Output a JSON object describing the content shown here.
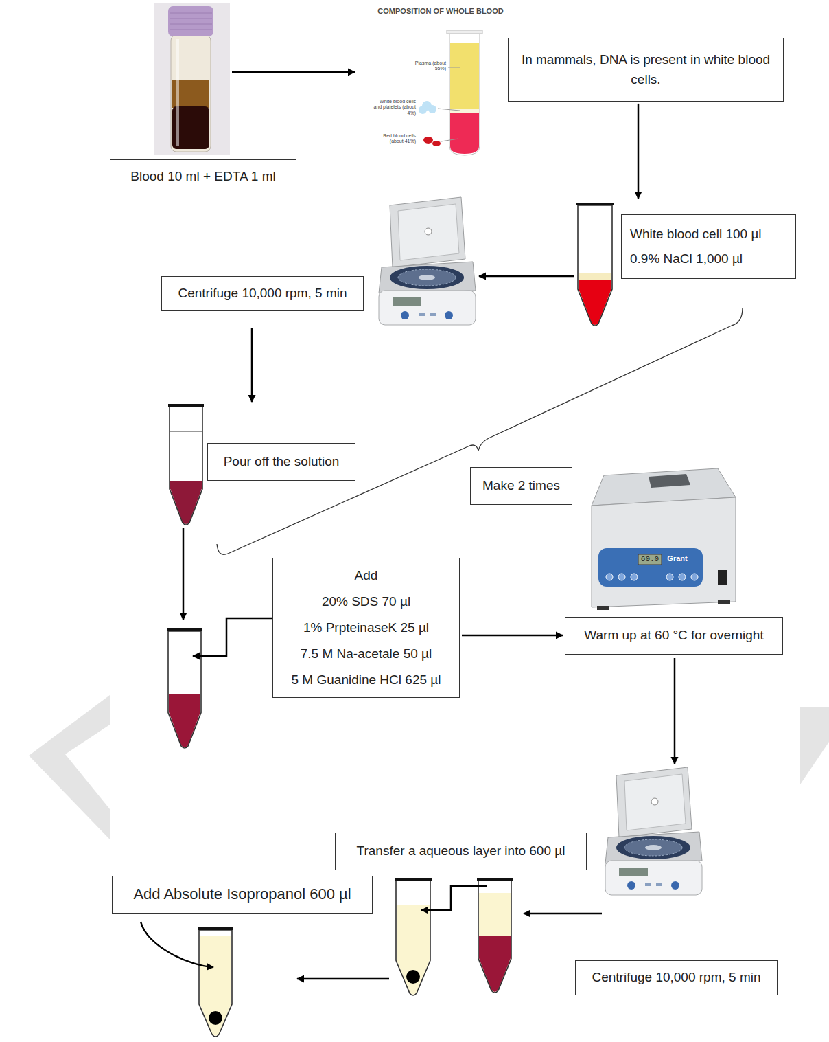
{
  "diagram": {
    "nodes": [
      {
        "text": [
          "Blood 10 ml + EDTA 1 ml"
        ]
      },
      {
        "text": [
          "COMPOSITION OF WHOLE BLOOD",
          "Plasma (about 55%)",
          "White blood cells and platelets (about 4%)",
          "Red blood cells (about 41%)"
        ]
      },
      {
        "text": [
          "In mammals, DNA is present in white blood cells."
        ]
      },
      {
        "text": [
          "White blood cell 100 µl",
          "0.9% NaCl 1,000 µl"
        ]
      },
      {
        "text": [
          "Centrifuge 10,000 rpm, 5 min"
        ]
      },
      {
        "text": [
          "Pour off the solution"
        ]
      },
      {
        "text": [
          "Make 2 times"
        ]
      },
      {
        "text": [
          "Add",
          "20% SDS 70 µl",
          "1% PrpteinaseK 25 µl",
          "7.5 M Na-acetale 50 µl",
          "5 M Guanidine HCl 625 µl"
        ]
      },
      {
        "text": [
          "Warm up at 60 °C for overnight"
        ]
      },
      {
        "text": [
          "Centrifuge 10,000 rpm, 5 min"
        ]
      },
      {
        "text": [
          "Transfer a aqueous layer into 600 µl"
        ]
      },
      {
        "text": [
          "Add Absolute Isopropanol 600 µl"
        ]
      }
    ],
    "edges": [
      {
        "from": 0,
        "to": 1,
        "arrow": "to"
      },
      {
        "from": 2,
        "to": 3,
        "arrow": "to"
      },
      {
        "from": 3,
        "to": 4,
        "arrow": "to"
      },
      {
        "from": 4,
        "to": 5,
        "arrow": "to"
      },
      {
        "from": 5,
        "to": 7,
        "arrow": "to"
      },
      {
        "from": 7,
        "to": 8,
        "arrow": "to"
      },
      {
        "from": 8,
        "to": 9,
        "arrow": "to"
      },
      {
        "from": 9,
        "to": 10,
        "arrow": "to"
      },
      {
        "from": 10,
        "to": 11,
        "arrow": "to"
      }
    ],
    "labels": [
      "60.0",
      "Grant"
    ]
  }
}
